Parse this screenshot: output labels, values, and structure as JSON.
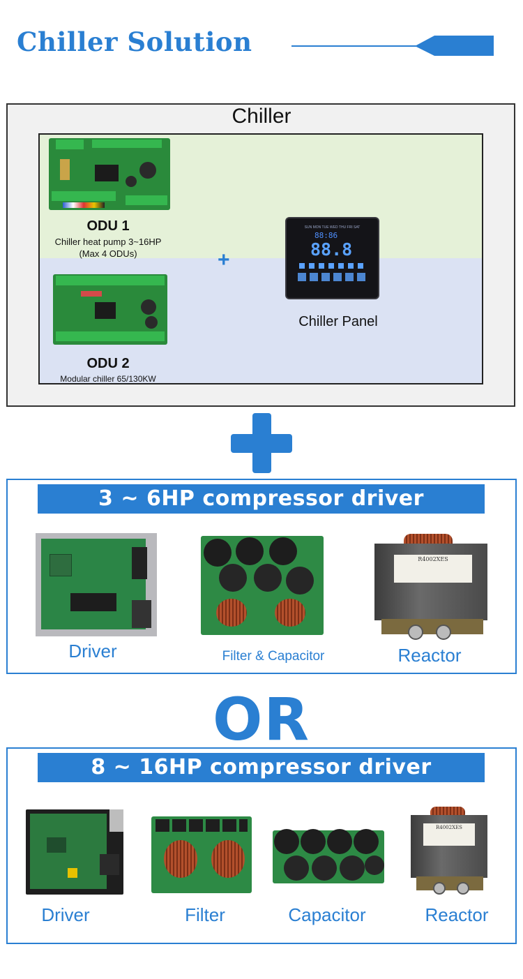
{
  "header": {
    "title": "Chiller Solution",
    "accent": "#2a7fd2"
  },
  "chiller": {
    "title": "Chiller",
    "odu1": {
      "title": "ODU 1",
      "line1": "Chiller heat pump 3~16HP",
      "line2": "(Max 4 ODUs)"
    },
    "odu2": {
      "title": "ODU 2",
      "line1": "Modular chiller 65/130KW"
    },
    "plus": "+",
    "panel": {
      "label": "Chiller Panel",
      "days": "SUN MON TUE WED THU FRI SAT",
      "clock": "88:86",
      "temp": "88.8"
    }
  },
  "section_small": {
    "banner": "3 ~ 6HP compressor driver",
    "items": [
      "Driver",
      "Filter & Capacitor",
      "Reactor"
    ],
    "reactor_label": "R4002XES"
  },
  "or_text": "OR",
  "section_large": {
    "banner": "8 ~ 16HP compressor driver",
    "items": [
      "Driver",
      "Filter",
      "Capacitor",
      "Reactor"
    ],
    "reactor_label": "R4002XES"
  }
}
